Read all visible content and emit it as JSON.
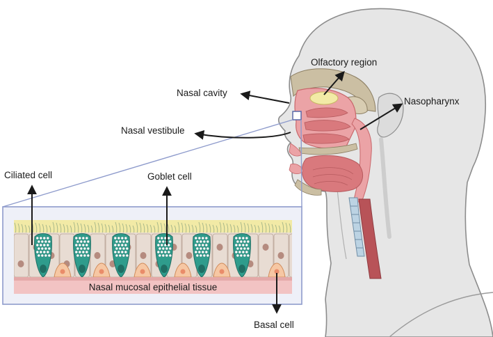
{
  "labels": {
    "olfactory_region": "Olfactory region",
    "nasal_cavity": "Nasal cavity",
    "nasopharynx": "Nasopharynx",
    "nasal_vestibule": "Nasal vestibule",
    "ciliated_cell": "Ciliated cell",
    "goblet_cell": "Goblet cell",
    "nasal_mucosal_epithelial_tissue": "Nasal mucosal epithelial tissue",
    "basal_cell": "Basal cell"
  },
  "colors": {
    "skin": "#e6e6e6",
    "skin_outline": "#8c8c8c",
    "mucosa_pink": "#eba3a6",
    "mucosa_dark": "#d9797d",
    "olfactory_yellow": "#f2eaa6",
    "bone_tan": "#cbbfa3",
    "goblet_teal": "#2f9c8c",
    "basal_peach": "#f6c7a3",
    "ciliated_cell": "#e8dcd3",
    "nucleus": "#b58b7f",
    "inset_border": "#8e9bcc",
    "inset_background": "#eef0f8",
    "arrow": "#1a1a1a"
  }
}
